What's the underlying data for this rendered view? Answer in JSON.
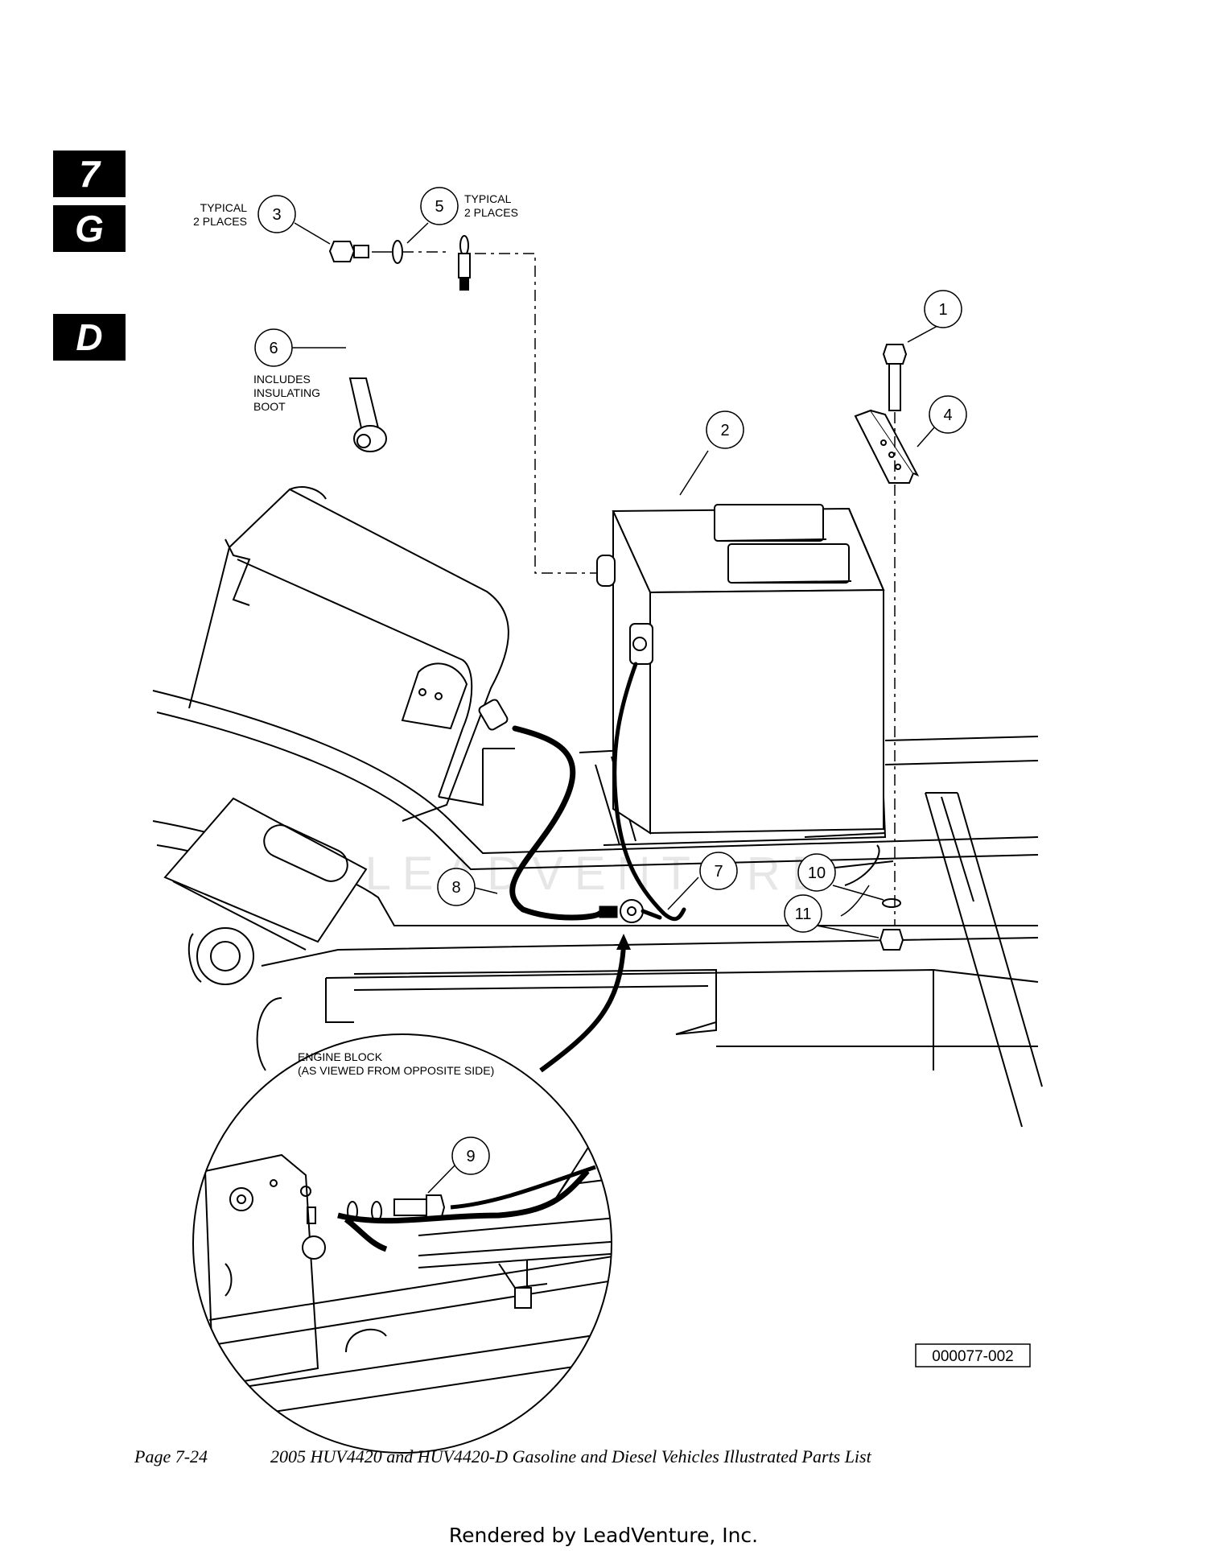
{
  "section_tabs": [
    "7",
    "G",
    "D"
  ],
  "callouts": [
    "1",
    "2",
    "3",
    "4",
    "5",
    "6",
    "7",
    "8",
    "9",
    "10",
    "11"
  ],
  "notes": {
    "typical_3": [
      "TYPICAL",
      "2 PLACES"
    ],
    "typical_5": [
      "TYPICAL",
      "2 PLACES"
    ],
    "includes": [
      "INCLUDES",
      "INSULATING",
      "BOOT"
    ],
    "engine_block": [
      "ENGINE BLOCK",
      "(AS VIEWED FROM OPPOSITE SIDE)"
    ]
  },
  "figure_id": "000077-002",
  "watermark": "LEADVENTURE",
  "footer": {
    "page": "Page 7-24",
    "title": "2005 HUV4420 and HUV4420-D Gasoline and Diesel Vehicles Illustrated Parts List"
  },
  "rendered_by": "Rendered by LeadVenture, Inc."
}
